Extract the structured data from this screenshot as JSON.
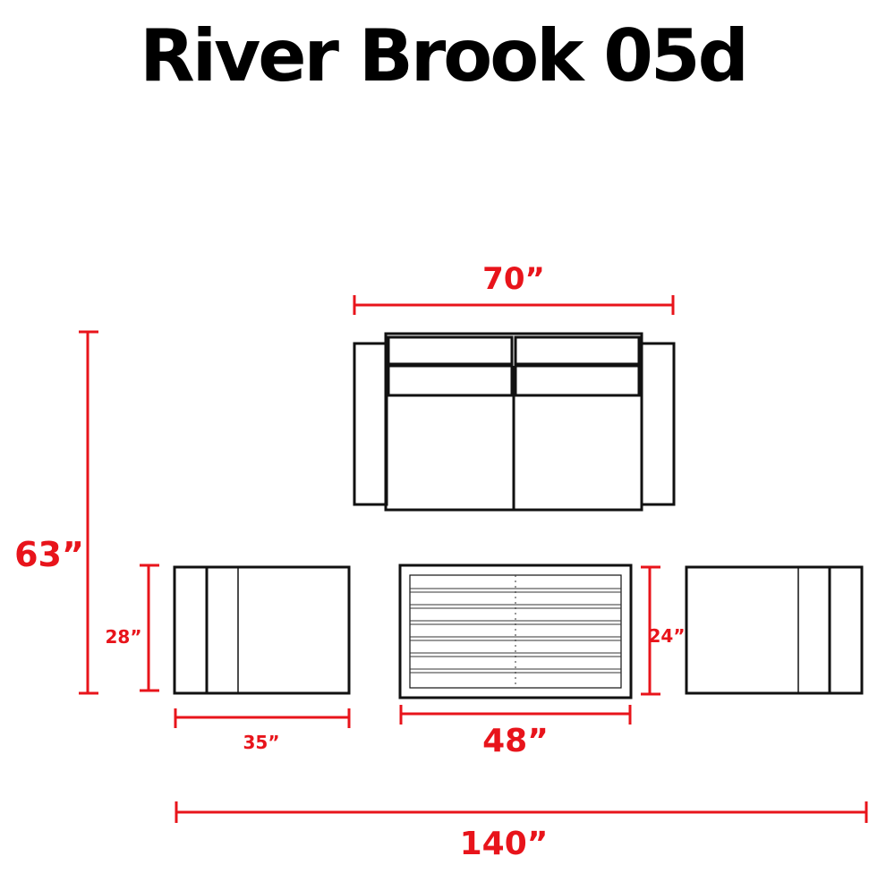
{
  "title": "River Brook 05d",
  "colors": {
    "dimension": "#e8141b",
    "outline": "#111111",
    "background": "#ffffff"
  },
  "dimensions": {
    "loveseat_width": "70”",
    "overall_depth": "63”",
    "club_chair_depth": "28”",
    "club_chair_width": "35”",
    "coffee_table_depth": "24”",
    "coffee_table_width": "48”",
    "overall_width": "140”"
  }
}
